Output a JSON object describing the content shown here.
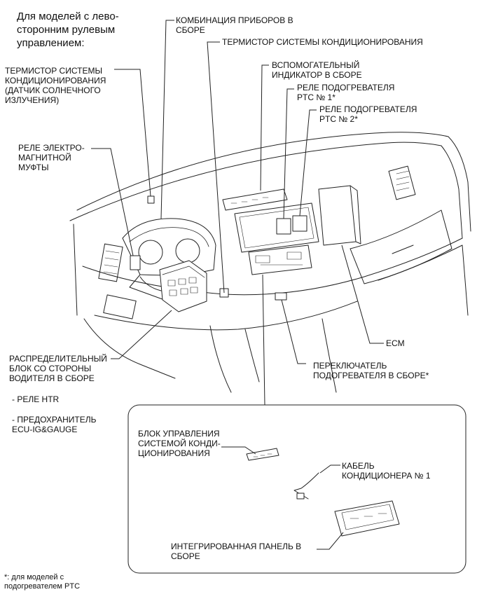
{
  "header": {
    "line1": "Для моделей с лево-",
    "line2": "сторонним рулевым",
    "line3": "управлением:"
  },
  "labels": {
    "combo_meter": [
      "КОМБИНАЦИЯ ПРИБОРОВ В",
      "СБОРЕ"
    ],
    "room_thermistor": "ТЕРМИСТОР СИСТЕМЫ КОНДИЦИОНИРОВАНИЯ",
    "aux_indicator": [
      "ВСПОМОГАТЕЛЬНЫЙ",
      "ИНДИКАТОР В СБОРЕ"
    ],
    "ptc_relay_1": [
      "РЕЛЕ ПОДОГРЕВАТЕЛЯ",
      "PTC № 1*"
    ],
    "ptc_relay_2": [
      "РЕЛЕ ПОДОГРЕВАТЕЛЯ",
      "PTC № 2*"
    ],
    "solar_thermistor": [
      "ТЕРМИСТОР СИСТЕМЫ",
      "КОНДИЦИОНИРОВАНИЯ",
      "(ДАТЧИК СОЛНЕЧНОГО",
      "ИЗЛУЧЕНИЯ)"
    ],
    "magnetic_clutch_relay": [
      "РЕЛЕ ЭЛЕКТРО-",
      "МАГНИТНОЙ",
      "МУФТЫ"
    ],
    "ecm": "ECM",
    "junction_block": [
      "РАСПРЕДЕЛИТЕЛЬНЫЙ",
      "БЛОК СО СТОРОНЫ",
      "ВОДИТЕЛЯ В СБОРЕ"
    ],
    "htr_relay": "- РЕЛЕ HTR",
    "fuse": [
      "- ПРЕДОХРАНИТЕЛЬ",
      "ECU-IG&GAUGE"
    ],
    "heater_switch": [
      "ПЕРЕКЛЮЧАТЕЛЬ",
      "ПОДОГРЕВАТЕЛЯ В СБОРЕ*"
    ],
    "ac_ecu": [
      "БЛОК УПРАВЛЕНИЯ",
      "СИСТЕМОЙ КОНДИ-",
      "ЦИОНИРОВАНИЯ"
    ],
    "ac_cable": [
      "КАБЕЛЬ",
      "КОНДИЦИОНЕРА № 1"
    ],
    "integrated_panel": [
      "ИНТЕГРИРОВАННАЯ ПАНЕЛЬ В",
      "СБОРЕ"
    ]
  },
  "footnote": {
    "line1": "*: для моделей с",
    "line2": "подогревателем PTC"
  }
}
